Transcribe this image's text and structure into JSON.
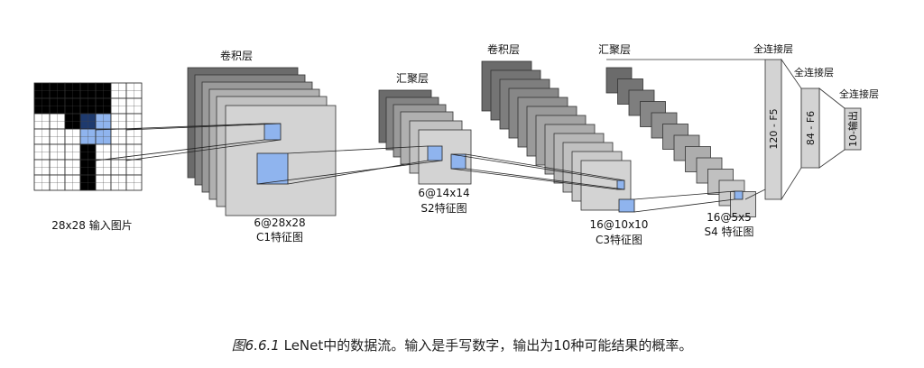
{
  "diagram": {
    "input": {
      "label": "28x28 输入图片",
      "grid_size": 7,
      "black_cells": [
        [
          0,
          0
        ],
        [
          0,
          1
        ],
        [
          0,
          2
        ],
        [
          0,
          3
        ],
        [
          0,
          4
        ],
        [
          1,
          0
        ],
        [
          1,
          1
        ],
        [
          1,
          3
        ],
        [
          1,
          4
        ],
        [
          2,
          3
        ],
        [
          3,
          3
        ],
        [
          4,
          3
        ],
        [
          5,
          3
        ],
        [
          6,
          3
        ],
        [
          1,
          2
        ],
        [
          2,
          2
        ]
      ],
      "blue_cells": [
        [
          2,
          3
        ],
        [
          2,
          4
        ],
        [
          3,
          3
        ],
        [
          3,
          4
        ]
      ]
    },
    "layers": [
      {
        "id": "c1",
        "title": "卷积层",
        "size_label": "6@28x28",
        "name_label": "C1特征图"
      },
      {
        "id": "s2",
        "title": "汇聚层",
        "size_label": "6@14x14",
        "name_label": "S2特征图"
      },
      {
        "id": "c3",
        "title": "卷积层",
        "size_label": "16@10x10",
        "name_label": "C3特征图"
      },
      {
        "id": "s4",
        "title": "汇聚层",
        "size_label": "16@5x5",
        "name_label": "S4 特征图"
      }
    ],
    "dense": [
      {
        "id": "f5",
        "title": "全连接层",
        "label": "120 - F5"
      },
      {
        "id": "f6",
        "title": "全连接层",
        "label": "84 - F6"
      },
      {
        "id": "out",
        "title": "全连接层",
        "label": "10-输出"
      }
    ],
    "colors": {
      "highlight": "#8fb4ee",
      "dark": "#6b6b6b",
      "mid": "#a8a8a8",
      "light": "#d3d3d3"
    }
  },
  "caption": {
    "figure_number": "图6.6.1",
    "text": " LeNet中的数据流。输入是手写数字，输出为10种可能结果的概率。"
  }
}
